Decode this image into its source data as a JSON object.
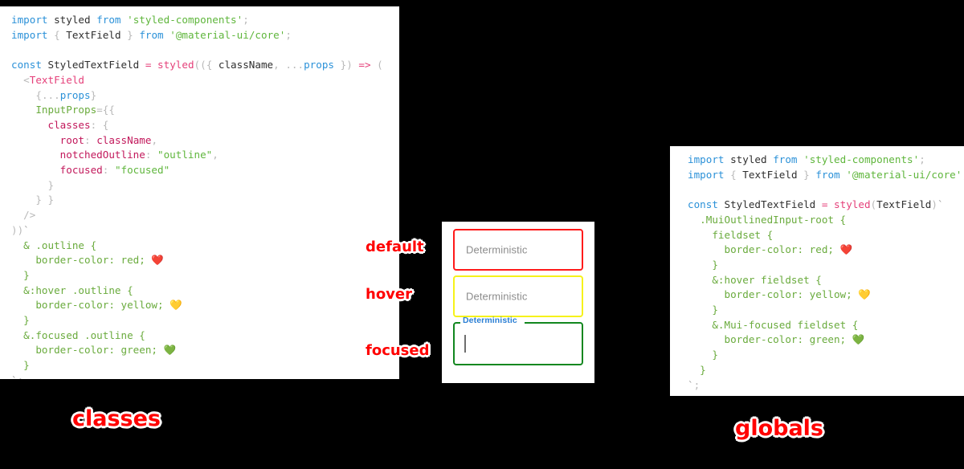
{
  "background_color": "#000000",
  "panels": {
    "classes": {
      "title_label": "classes",
      "code_lines": [
        [
          {
            "t": "import",
            "c": "kw"
          },
          {
            "t": " ",
            "c": "id"
          },
          {
            "t": "styled",
            "c": "id"
          },
          {
            "t": " ",
            "c": "id"
          },
          {
            "t": "from",
            "c": "kw"
          },
          {
            "t": " ",
            "c": "id"
          },
          {
            "t": "'styled-components'",
            "c": "str"
          },
          {
            "t": ";",
            "c": "punc"
          }
        ],
        [
          {
            "t": "import",
            "c": "kw"
          },
          {
            "t": " ",
            "c": "id"
          },
          {
            "t": "{",
            "c": "punc"
          },
          {
            "t": " ",
            "c": "id"
          },
          {
            "t": "TextField",
            "c": "id"
          },
          {
            "t": " ",
            "c": "id"
          },
          {
            "t": "}",
            "c": "punc"
          },
          {
            "t": " ",
            "c": "id"
          },
          {
            "t": "from",
            "c": "kw"
          },
          {
            "t": " ",
            "c": "id"
          },
          {
            "t": "'@material-ui/core'",
            "c": "str"
          },
          {
            "t": ";",
            "c": "punc"
          }
        ],
        [],
        [
          {
            "t": "const",
            "c": "kw"
          },
          {
            "t": " ",
            "c": "id"
          },
          {
            "t": "StyledTextField",
            "c": "id"
          },
          {
            "t": " ",
            "c": "id"
          },
          {
            "t": "=",
            "c": "op"
          },
          {
            "t": " ",
            "c": "id"
          },
          {
            "t": "styled",
            "c": "fn"
          },
          {
            "t": "((",
            "c": "punc"
          },
          {
            "t": "{",
            "c": "punc"
          },
          {
            "t": " ",
            "c": "id"
          },
          {
            "t": "className",
            "c": "id"
          },
          {
            "t": ",",
            "c": "punc"
          },
          {
            "t": " ",
            "c": "id"
          },
          {
            "t": "...",
            "c": "punc"
          },
          {
            "t": "props",
            "c": "blue"
          },
          {
            "t": " ",
            "c": "id"
          },
          {
            "t": "}",
            "c": "punc"
          },
          {
            "t": ")",
            "c": "punc"
          },
          {
            "t": " ",
            "c": "id"
          },
          {
            "t": "=>",
            "c": "op"
          },
          {
            "t": " ",
            "c": "id"
          },
          {
            "t": "(",
            "c": "punc"
          }
        ],
        [
          {
            "t": "  ",
            "c": "id"
          },
          {
            "t": "<",
            "c": "punc"
          },
          {
            "t": "TextField",
            "c": "fn"
          }
        ],
        [
          {
            "t": "    ",
            "c": "id"
          },
          {
            "t": "{",
            "c": "punc"
          },
          {
            "t": "...",
            "c": "punc"
          },
          {
            "t": "props",
            "c": "blue"
          },
          {
            "t": "}",
            "c": "punc"
          }
        ],
        [
          {
            "t": "    ",
            "c": "id"
          },
          {
            "t": "InputProps",
            "c": "grn"
          },
          {
            "t": "=",
            "c": "punc"
          },
          {
            "t": "{{",
            "c": "punc"
          }
        ],
        [
          {
            "t": "      ",
            "c": "id"
          },
          {
            "t": "classes",
            "c": "prop"
          },
          {
            "t": ":",
            "c": "punc"
          },
          {
            "t": " ",
            "c": "id"
          },
          {
            "t": "{",
            "c": "punc"
          }
        ],
        [
          {
            "t": "        ",
            "c": "id"
          },
          {
            "t": "root",
            "c": "prop"
          },
          {
            "t": ":",
            "c": "punc"
          },
          {
            "t": " ",
            "c": "id"
          },
          {
            "t": "className",
            "c": "prop"
          },
          {
            "t": ",",
            "c": "punc"
          }
        ],
        [
          {
            "t": "        ",
            "c": "id"
          },
          {
            "t": "notchedOutline",
            "c": "prop"
          },
          {
            "t": ":",
            "c": "punc"
          },
          {
            "t": " ",
            "c": "id"
          },
          {
            "t": "\"outline\"",
            "c": "str"
          },
          {
            "t": ",",
            "c": "punc"
          }
        ],
        [
          {
            "t": "        ",
            "c": "id"
          },
          {
            "t": "focused",
            "c": "prop"
          },
          {
            "t": ":",
            "c": "punc"
          },
          {
            "t": " ",
            "c": "id"
          },
          {
            "t": "\"focused\"",
            "c": "str"
          }
        ],
        [
          {
            "t": "      ",
            "c": "id"
          },
          {
            "t": "}",
            "c": "punc"
          }
        ],
        [
          {
            "t": "    ",
            "c": "id"
          },
          {
            "t": "} }",
            "c": "punc"
          }
        ],
        [
          {
            "t": "  ",
            "c": "id"
          },
          {
            "t": "/>",
            "c": "punc"
          }
        ],
        [
          {
            "t": "))",
            "c": "punc"
          },
          {
            "t": "`",
            "c": "gray"
          }
        ],
        [
          {
            "t": "  ",
            "c": "id"
          },
          {
            "t": "& .outline {",
            "c": "grn"
          }
        ],
        [
          {
            "t": "    ",
            "c": "id"
          },
          {
            "t": "border-color: red; ",
            "c": "grn"
          },
          {
            "t": "❤️",
            "c": "emoji"
          }
        ],
        [
          {
            "t": "  ",
            "c": "id"
          },
          {
            "t": "}",
            "c": "grn"
          }
        ],
        [
          {
            "t": "  ",
            "c": "id"
          },
          {
            "t": "&:hover .outline {",
            "c": "grn"
          }
        ],
        [
          {
            "t": "    ",
            "c": "id"
          },
          {
            "t": "border-color: yellow; ",
            "c": "grn"
          },
          {
            "t": "💛",
            "c": "emoji"
          }
        ],
        [
          {
            "t": "  ",
            "c": "id"
          },
          {
            "t": "}",
            "c": "grn"
          }
        ],
        [
          {
            "t": "  ",
            "c": "id"
          },
          {
            "t": "&.focused .outline {",
            "c": "grn"
          }
        ],
        [
          {
            "t": "    ",
            "c": "id"
          },
          {
            "t": "border-color: green; ",
            "c": "grn"
          },
          {
            "t": "💚",
            "c": "emoji"
          }
        ],
        [
          {
            "t": "  ",
            "c": "id"
          },
          {
            "t": "}",
            "c": "grn"
          }
        ],
        [
          {
            "t": "`",
            "c": "gray"
          },
          {
            "t": ";",
            "c": "punc"
          }
        ]
      ]
    },
    "globals": {
      "title_label": "globals",
      "code_lines": [
        [
          {
            "t": "import",
            "c": "kw"
          },
          {
            "t": " ",
            "c": "id"
          },
          {
            "t": "styled",
            "c": "id"
          },
          {
            "t": " ",
            "c": "id"
          },
          {
            "t": "from",
            "c": "kw"
          },
          {
            "t": " ",
            "c": "id"
          },
          {
            "t": "'styled-components'",
            "c": "str"
          },
          {
            "t": ";",
            "c": "punc"
          }
        ],
        [
          {
            "t": "import",
            "c": "kw"
          },
          {
            "t": " ",
            "c": "id"
          },
          {
            "t": "{",
            "c": "punc"
          },
          {
            "t": " ",
            "c": "id"
          },
          {
            "t": "TextField",
            "c": "id"
          },
          {
            "t": " ",
            "c": "id"
          },
          {
            "t": "}",
            "c": "punc"
          },
          {
            "t": " ",
            "c": "id"
          },
          {
            "t": "from",
            "c": "kw"
          },
          {
            "t": " ",
            "c": "id"
          },
          {
            "t": "'@material-ui/core'",
            "c": "str"
          },
          {
            "t": ";",
            "c": "punc"
          }
        ],
        [],
        [
          {
            "t": "const",
            "c": "kw"
          },
          {
            "t": " ",
            "c": "id"
          },
          {
            "t": "StyledTextField",
            "c": "id"
          },
          {
            "t": " ",
            "c": "id"
          },
          {
            "t": "=",
            "c": "op"
          },
          {
            "t": " ",
            "c": "id"
          },
          {
            "t": "styled",
            "c": "fn"
          },
          {
            "t": "(",
            "c": "punc"
          },
          {
            "t": "TextField",
            "c": "id"
          },
          {
            "t": ")",
            "c": "punc"
          },
          {
            "t": "`",
            "c": "gray"
          }
        ],
        [
          {
            "t": "  ",
            "c": "id"
          },
          {
            "t": ".MuiOutlinedInput-root {",
            "c": "grn"
          }
        ],
        [
          {
            "t": "    ",
            "c": "id"
          },
          {
            "t": "fieldset {",
            "c": "grn"
          }
        ],
        [
          {
            "t": "      ",
            "c": "id"
          },
          {
            "t": "border-color: red; ",
            "c": "grn"
          },
          {
            "t": "❤️",
            "c": "emoji"
          }
        ],
        [
          {
            "t": "    ",
            "c": "id"
          },
          {
            "t": "}",
            "c": "grn"
          }
        ],
        [
          {
            "t": "    ",
            "c": "id"
          },
          {
            "t": "&:hover fieldset {",
            "c": "grn"
          }
        ],
        [
          {
            "t": "      ",
            "c": "id"
          },
          {
            "t": "border-color: yellow; ",
            "c": "grn"
          },
          {
            "t": "💛",
            "c": "emoji"
          }
        ],
        [
          {
            "t": "    ",
            "c": "id"
          },
          {
            "t": "}",
            "c": "grn"
          }
        ],
        [
          {
            "t": "    ",
            "c": "id"
          },
          {
            "t": "&.Mui-focused fieldset {",
            "c": "grn"
          }
        ],
        [
          {
            "t": "      ",
            "c": "id"
          },
          {
            "t": "border-color: green; ",
            "c": "grn"
          },
          {
            "t": "💚",
            "c": "emoji"
          }
        ],
        [
          {
            "t": "    ",
            "c": "id"
          },
          {
            "t": "}",
            "c": "grn"
          }
        ],
        [
          {
            "t": "  ",
            "c": "id"
          },
          {
            "t": "}",
            "c": "grn"
          }
        ],
        [
          {
            "t": "`",
            "c": "gray"
          },
          {
            "t": ";",
            "c": "punc"
          }
        ]
      ]
    },
    "demo": {
      "fields": [
        {
          "state": "default",
          "annotation": "default",
          "text": "Deterministic",
          "border_color": "#ff1a1a"
        },
        {
          "state": "hover",
          "annotation": "hover",
          "text": "Deterministic",
          "border_color": "#f6f21a"
        },
        {
          "state": "focused",
          "annotation": "focused",
          "label": "Deterministic",
          "text": "",
          "border_color": "#12871f",
          "label_color": "#2b7fd4"
        }
      ]
    }
  }
}
